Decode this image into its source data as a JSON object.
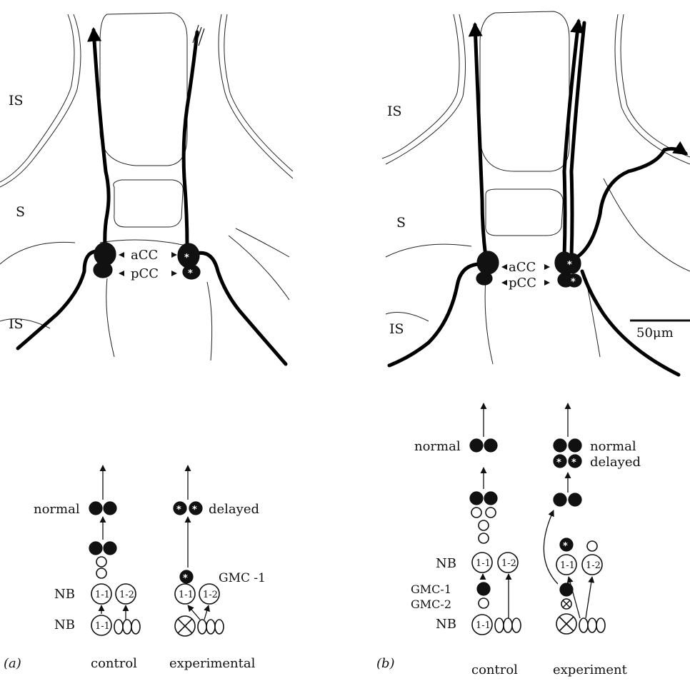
{
  "panel_a": {
    "letter": "(a)",
    "regions": {
      "is_top": "IS",
      "s": "S",
      "is_bottom": "IS"
    },
    "cells": {
      "acc": "aCC",
      "pcc": "pCC"
    },
    "lineage": {
      "normal": "normal",
      "delayed": "delayed",
      "gmc1": "GMC -1",
      "nb_upper": "NB",
      "nb_lower": "NB",
      "nb11": "1-1",
      "nb12": "1-2",
      "control": "control",
      "experimental": "experimental"
    }
  },
  "panel_b": {
    "letter": "(b)",
    "regions": {
      "is_top": "IS",
      "s": "S",
      "is_bottom": "IS"
    },
    "cells": {
      "acc": "aCC",
      "pcc": "pCC"
    },
    "scale_bar": "50μm",
    "lineage": {
      "normal_left": "normal",
      "normal_right": "normal",
      "delayed": "delayed",
      "nb_upper": "NB",
      "gmc1": "GMC-1",
      "gmc2": "GMC-2",
      "nb_lower": "NB",
      "nb11": "1-1",
      "nb12": "1-2",
      "control": "control",
      "experiment": "experiment"
    }
  },
  "symbols": {
    "asterisk": "*"
  }
}
